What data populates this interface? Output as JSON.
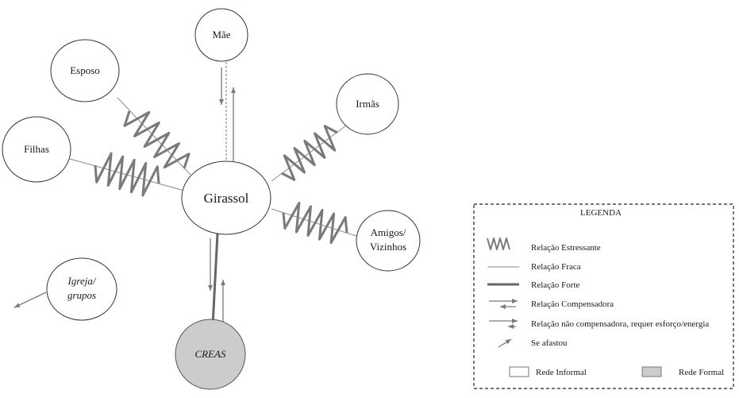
{
  "nodes": {
    "center": "Girassol",
    "mae": "Mãe",
    "esposo": "Esposo",
    "irmas": "Irmãs",
    "filhas": "Filhas",
    "amigos_line1": "Amigos/",
    "amigos_line2": "Vizinhos",
    "igreja_line1": "Igreja/",
    "igreja_line2": "grupos",
    "creas": "CREAS"
  },
  "legend": {
    "title": "LEGENDA",
    "items": [
      "Relação Estressante",
      "Relação Fraca",
      "Relação Forte",
      "Relação Compensadora",
      "Relação não compensadora, requer esforço/energia",
      "Se afastou"
    ],
    "rede_informal": "Rede Informal",
    "rede_formal": "Rede Formal"
  },
  "colors": {
    "line": "#7a7a7a",
    "formal_fill": "#cccccc",
    "node_stroke": "#333333"
  }
}
